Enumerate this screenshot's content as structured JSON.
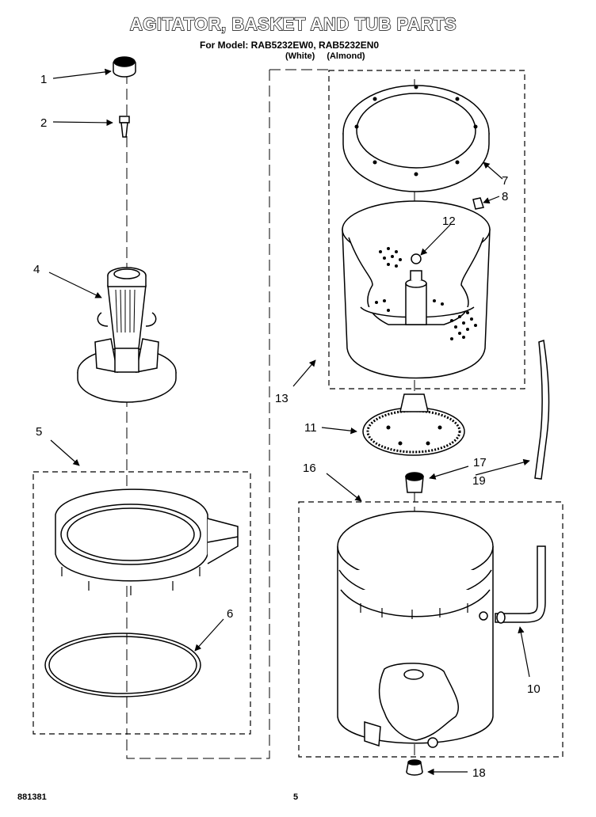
{
  "header": {
    "title": "AGITATOR, BASKET AND TUB PARTS",
    "model_line": "For Model: RAB5232EW0, RAB5232EN0",
    "variants": [
      "(White)",
      "(Almond)"
    ]
  },
  "callouts": [
    {
      "id": "1",
      "label": "1"
    },
    {
      "id": "2",
      "label": "2"
    },
    {
      "id": "4",
      "label": "4"
    },
    {
      "id": "5",
      "label": "5"
    },
    {
      "id": "6",
      "label": "6"
    },
    {
      "id": "7",
      "label": "7"
    },
    {
      "id": "8",
      "label": "8"
    },
    {
      "id": "10",
      "label": "10"
    },
    {
      "id": "11",
      "label": "11"
    },
    {
      "id": "12",
      "label": "12"
    },
    {
      "id": "13",
      "label": "13"
    },
    {
      "id": "16",
      "label": "16"
    },
    {
      "id": "17",
      "label": "17"
    },
    {
      "id": "18",
      "label": "18"
    },
    {
      "id": "19",
      "label": "19"
    }
  ],
  "footer": {
    "code": "881381",
    "page_number": "5"
  }
}
